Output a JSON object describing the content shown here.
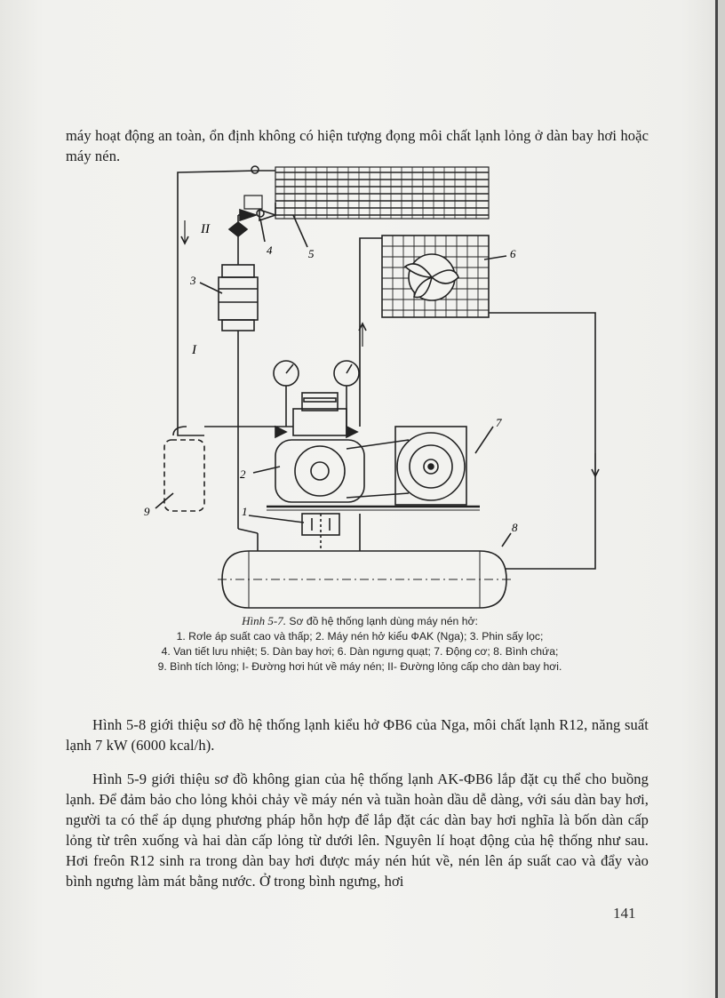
{
  "paragraphs": {
    "intro": "máy hoạt động an toàn, ổn định không có hiện tượng đọng môi chất lạnh lỏng ở dàn bay hơi hoặc máy nén.",
    "fig58": "Hình 5-8 giới thiệu sơ đồ hệ thống lạnh kiểu hở ФB6 của Nga, môi chất lạnh R12, năng suất lạnh 7 kW (6000 kcal/h).",
    "fig59": "Hình 5-9 giới thiệu sơ đồ không gian của hệ thống lạnh AK-ФB6 lắp đặt cụ thể cho buồng lạnh. Để đảm bảo cho lỏng khỏi chảy về máy nén và tuần hoàn dầu dễ dàng, với sáu dàn bay hơi, người ta có thể áp dụng phương pháp hỗn hợp để lắp đặt các dàn bay hơi nghĩa là bốn dàn cấp lỏng từ trên xuống và hai dàn cấp lỏng từ dưới lên. Nguyên lí hoạt động của hệ thống như sau. Hơi freôn R12 sinh ra trong dàn bay hơi được máy nén hút về, nén lên áp suất cao và đẩy vào bình ngưng làm mát bằng nước. Ở trong bình ngưng, hơi"
  },
  "figure": {
    "labels": {
      "n1": "1",
      "n2": "2",
      "n3": "3",
      "n4": "4",
      "n5": "5",
      "n6": "6",
      "n7": "7",
      "n8": "8",
      "n9": "9",
      "lineI": "I",
      "lineII": "II"
    },
    "caption": {
      "label": "Hình 5-7.",
      "title": " Sơ đồ hệ thống lạnh dùng máy nén hở:",
      "line1": "1. Rơle áp suất cao và thấp; 2. Máy nén hở kiểu ФAK (Nga); 3. Phin sấy lọc;",
      "line2": "4. Van tiết lưu nhiệt; 5. Dàn bay hơi; 6. Dàn ngưng quạt; 7. Động cơ; 8. Bình chứa;",
      "line3": "9. Bình tích lỏng; I- Đường hơi hút về máy nén; II- Đường lỏng cấp cho dàn bay hơi."
    }
  },
  "page_number": "141"
}
